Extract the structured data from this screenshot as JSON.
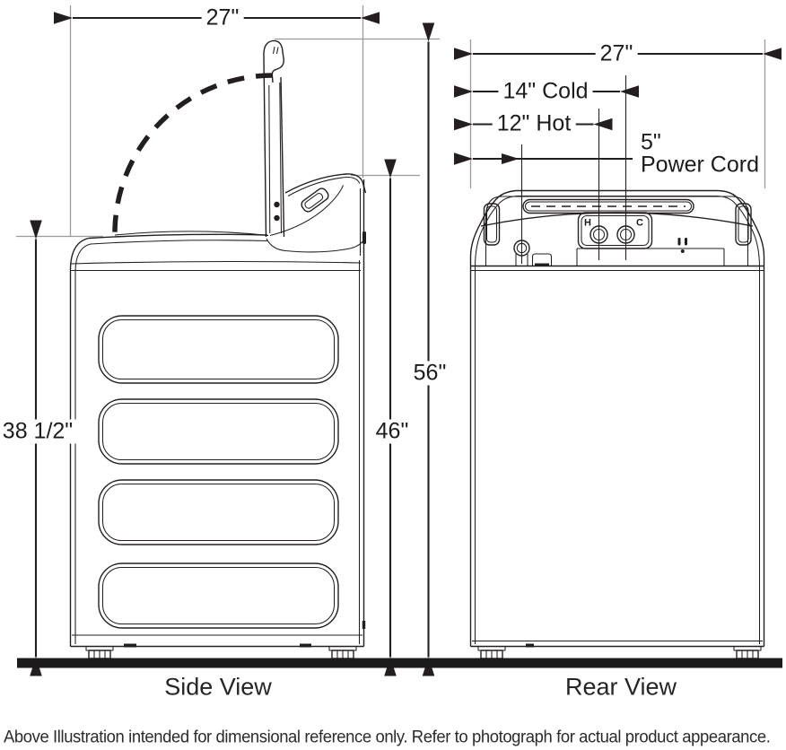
{
  "diagram": {
    "side_view": {
      "title": "Side View",
      "width_dim": "27\"",
      "height_lid_open_dim": "56\"",
      "height_console_dim": "46\"",
      "height_body_dim": "38 1/2\""
    },
    "rear_view": {
      "title": "Rear View",
      "width_dim": "27\"",
      "cold_dim": "14\" Cold",
      "hot_dim": "12\" Hot",
      "power_cord_length_dim": "5\"",
      "power_cord_label": "Power Cord",
      "hot_port_label": "H",
      "cold_port_label": "C"
    },
    "caption": "Above Illustration intended for dimensional reference only. Refer to photograph for actual product appearance.",
    "colors": {
      "line": "#231f20",
      "reference_line": "#9a9a9a",
      "floor": "#1b1b1b",
      "background": "#ffffff"
    }
  }
}
